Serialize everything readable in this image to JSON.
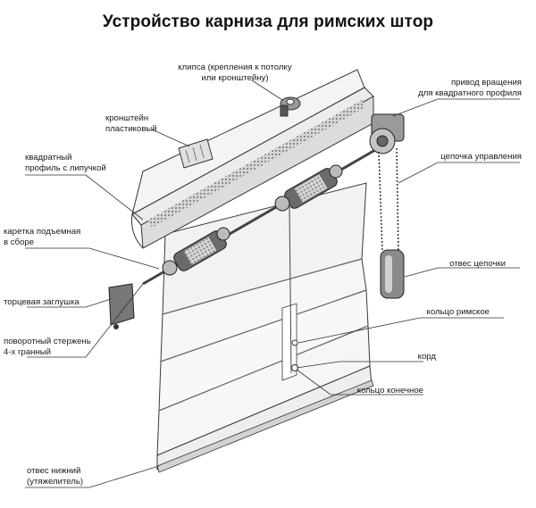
{
  "title": "Устройство карниза для римских штор",
  "labels": {
    "clips": [
      "клипса (крепления к потолку",
      "или кронштейну)"
    ],
    "bracket": [
      "кронштейн",
      "пластиковый"
    ],
    "profile": [
      "квадратный",
      "профиль с липучкой"
    ],
    "carriage": [
      "каретка подъемная",
      "в сборе"
    ],
    "end_cap": [
      "торцевая заглушка"
    ],
    "rod": [
      "поворотный стержень",
      "4-х гранный"
    ],
    "bottom_weight": [
      "отвес нижний",
      "(утяжелитель)"
    ],
    "drive": [
      "привод вращения",
      "для квадратного профиля"
    ],
    "chain": [
      "цепочка управления"
    ],
    "chain_weight": [
      "отвес цепочки"
    ],
    "roman_ring": [
      "кольцо римское"
    ],
    "cord": [
      "корд"
    ],
    "end_ring": [
      "кольцо конечное"
    ]
  },
  "colors": {
    "line": "#333333",
    "rail": "#e9e9e9",
    "fabric": "#f4f4f4",
    "dark": "#555555"
  }
}
